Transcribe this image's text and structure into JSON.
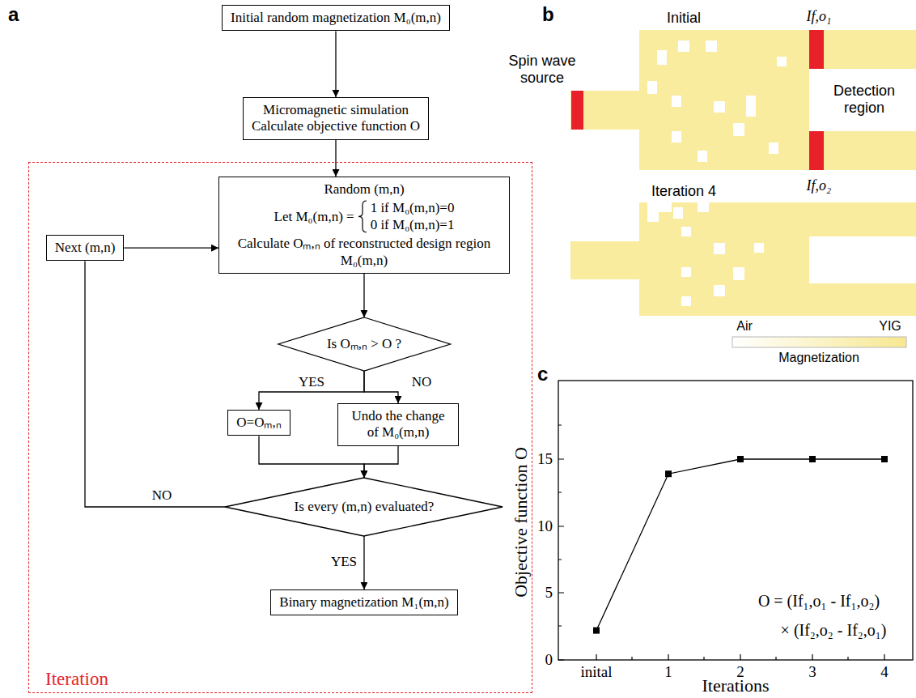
{
  "diagram": {
    "nodes": [
      {
        "text": [
          "Initial random magnetization M₀(m,n)"
        ]
      },
      {
        "text": [
          "Micromagnetic simulation",
          "Calculate objective function O"
        ]
      },
      {
        "text": [
          "Iteration"
        ]
      },
      {
        "text": [
          "Random (m,n)",
          "Let M₀(m,n) =",
          "1 if M₀(m,n)=0",
          "0 if M₀(m,n)=1",
          "Calculate Oₘ,ₙ of reconstructed design region M₀(m,n)"
        ],
        "in": 2
      },
      {
        "text": [
          "Next (m,n)"
        ],
        "in": 2
      },
      {
        "text": [
          "Is Oₘ,ₙ > O ?"
        ],
        "in": 2
      },
      {
        "text": [
          "O=Oₘ,ₙ"
        ],
        "in": 2
      },
      {
        "text": [
          "Undo the change of M₀(m,n)"
        ],
        "in": 2
      },
      {
        "text": [
          "Is every (m,n) evaluated?"
        ],
        "in": 2
      },
      {
        "text": [
          "Binary magnetization M₁(m,n)"
        ],
        "in": 2
      }
    ],
    "edges": [
      {
        "from": 0,
        "to": 1,
        "arrow": "to"
      },
      {
        "from": 1,
        "to": 3,
        "arrow": "to"
      },
      {
        "from": 3,
        "to": 5,
        "arrow": "to"
      },
      {
        "from": 5,
        "to": 6,
        "label": "YES",
        "arrow": "to"
      },
      {
        "from": 5,
        "to": 7,
        "label": "NO",
        "arrow": "to"
      },
      {
        "from": 6,
        "to": 8,
        "arrow": "to"
      },
      {
        "from": 7,
        "to": 8,
        "arrow": "to"
      },
      {
        "from": 8,
        "to": 4,
        "label": "NO",
        "arrow": "none"
      },
      {
        "from": 4,
        "to": 3,
        "arrow": "to"
      },
      {
        "from": 8,
        "to": 9,
        "label": "YES",
        "arrow": "to"
      }
    ],
    "labels": [
      "a",
      "b",
      "Initial",
      "Spin wave source",
      "If,o₁",
      "Detection region",
      "If,o₂",
      "Iteration 4",
      "Air",
      "YIG",
      "Magnetization",
      "c",
      "Objective function O",
      "Iterations",
      "0",
      "5",
      "10",
      "15",
      "inital",
      "1",
      "2",
      "3",
      "4",
      "O = (If₁,o₁ - If₁,o₂)",
      "× (If₂,o₂ - If₂,o₁)"
    ]
  }
}
